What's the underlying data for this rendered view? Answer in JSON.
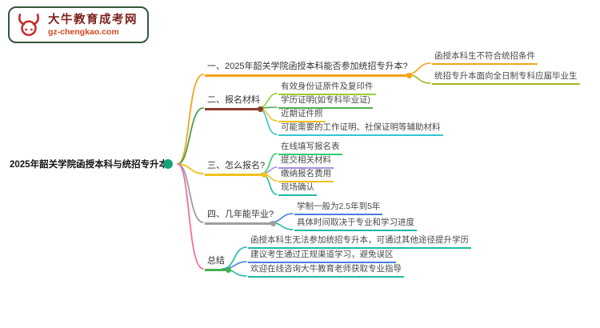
{
  "logo": {
    "brand": "大牛教育成考网",
    "url": "gz-chengkao.com",
    "border_color": "#35563a",
    "brand_color": "#7d1f1a",
    "url_color": "#d2491e",
    "bull_color": "#c62828"
  },
  "root": {
    "label": "2025年韶关学院函授本科与统招专升本",
    "dot_color": "#1aa179"
  },
  "branches": [
    {
      "label": "一、2025年韶关学院函授本科能否参加统招专升本?",
      "color": "#f5a31a",
      "line_color": "#f5a31a",
      "children": [
        {
          "label": "函授本科生不符合统招条件",
          "color": "#f5a31a"
        },
        {
          "label": "统招专升本面向全日制专科应届毕业生",
          "color": "#aab41e"
        }
      ]
    },
    {
      "label": "二、报名材料",
      "color": "#8e3b2b",
      "line_color": "#45a049",
      "children": [
        {
          "label": "有效身份证原件及复印件",
          "color": "#9acd32"
        },
        {
          "label": "学历证明(如专科毕业证)",
          "color": "#4caf50"
        },
        {
          "label": "近期证件照",
          "color": "#f0c419"
        },
        {
          "label": "可能需要的工作证明、社保证明等辅助材料",
          "color": "#35c4cf"
        }
      ]
    },
    {
      "label": "三、怎么报名?",
      "color": "#f2c21c",
      "line_color": "#f2c21c",
      "children": [
        {
          "label": "在线填写报名表",
          "color": "#2ecc71"
        },
        {
          "label": "提交相关材料",
          "color": "#ab8fe0"
        },
        {
          "label": "缴纳报名费用",
          "color": "#f2c21c"
        },
        {
          "label": "现场确认",
          "color": "#1fb9a5"
        }
      ]
    },
    {
      "label": "四、几年能毕业?",
      "color": "#9e9e9e",
      "line_color": "#9e9e9e",
      "children": [
        {
          "label": "学制一般为2.5年到5年",
          "color": "#4a7ddc"
        },
        {
          "label": "具体时间取决于专业和学习进度",
          "color": "#1fb9a5"
        }
      ]
    },
    {
      "label": "总结",
      "color": "#45b054",
      "line_color": "#ef6faa",
      "children": [
        {
          "label": "函授本科生无法参加统招专升本，可通过其他途径提升学历",
          "color": "#1fb9a5"
        },
        {
          "label": "建议考生通过正规渠道学习，避免误区",
          "color": "#4a7ddc"
        },
        {
          "label": "欢迎在线咨询大牛教育老师获取专业指导",
          "color": "#1fb9a5"
        }
      ]
    }
  ]
}
